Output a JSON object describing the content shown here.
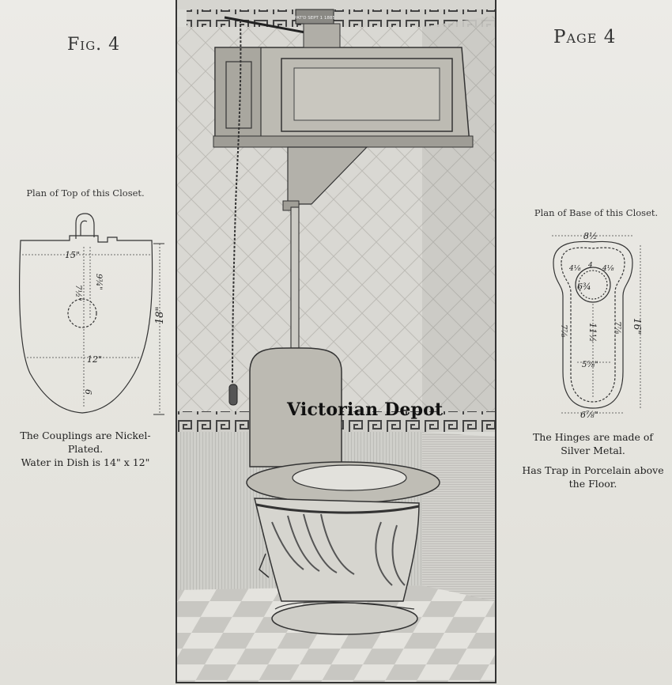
{
  "header": {
    "fig_label": "Fig. 4",
    "page_label": "Page 4"
  },
  "left_plan": {
    "caption": "Plan of Top of this Closet.",
    "dims": {
      "width": "15\"",
      "depth_a": "7½\"",
      "depth_b": "9¾\"",
      "lower_width": "12\"",
      "lower_depth": "6",
      "height": "18\""
    },
    "notes": [
      "The Couplings are Nickel-",
      "Plated.",
      "Water in Dish is 14\" x 12\""
    ]
  },
  "right_plan": {
    "caption": "Plan of Base of this Closet.",
    "dims": {
      "top": "8½",
      "a": "4⅛",
      "b": "4",
      "c": "4⅛",
      "center": "6¾",
      "left": "7⅞",
      "mid": "11½",
      "right": "7⅞",
      "length": "16\"",
      "lower": "5⅝\"",
      "bottom": "6⅞\""
    },
    "notes": [
      "The Hinges are made of",
      "Silver Metal.",
      "Has Trap in Porcelain above",
      "the Floor."
    ]
  },
  "engraving": {
    "tank_plate": "PAT'D SEPT 1 1885",
    "watermark": "Victorian Depot"
  }
}
